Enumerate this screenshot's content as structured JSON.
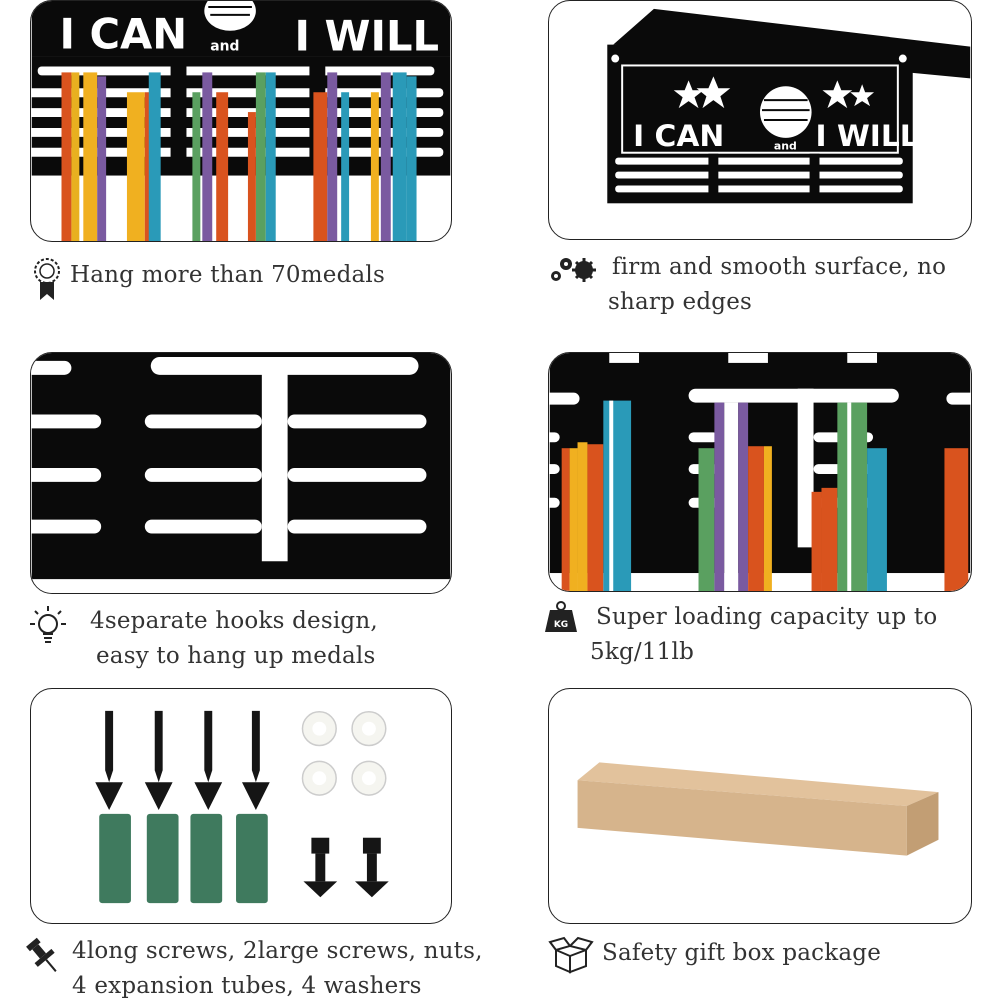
{
  "panels": {
    "top_left": {
      "sign_words": [
        "I CAN",
        "and",
        "I WILL"
      ]
    },
    "top_right": {
      "sign_words": [
        "I CAN",
        "and",
        "I WILL"
      ]
    }
  },
  "captions": {
    "medals": {
      "line1": "Hang more than 70medals",
      "icon": "award-ribbon-icon"
    },
    "surface": {
      "line1": "firm and smooth surface, no",
      "line2": "sharp edges",
      "icon": "gears-icon"
    },
    "hooks": {
      "line1": "4separate hooks design,",
      "line2": "easy to hang up medals",
      "icon": "lightbulb-icon"
    },
    "capacity": {
      "line1": "Super loading capacity  up to",
      "line2": "5kg/11lb",
      "icon": "weight-kg-icon",
      "icon_text": "KG"
    },
    "accessories": {
      "line1": "4long  screws, 2large  screws, nuts,",
      "line2": "4  expansion  tubes,  4  washers",
      "icon": "pushpin-icon"
    },
    "box": {
      "line1": "Safety gift box package",
      "icon": "open-box-icon"
    }
  },
  "colors": {
    "metal": "#0a0a0a",
    "box": "#d6b48c",
    "anchor": "#3f7a5e",
    "washer": "#f5f5f0"
  }
}
